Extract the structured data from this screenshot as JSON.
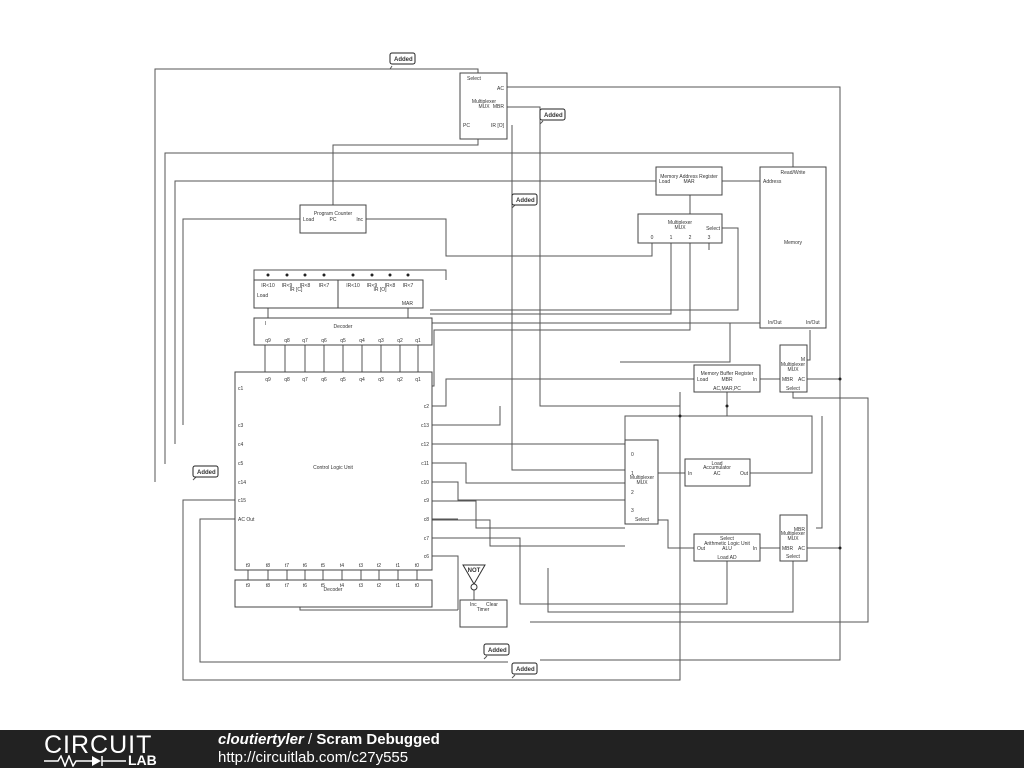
{
  "added_tags": [
    "Added",
    "Added",
    "Added",
    "Added",
    "Added",
    "Added"
  ],
  "mux_pc": {
    "select": "Select",
    "ac": "AC",
    "title": "Multiplexer",
    "subtitle": "MUX",
    "mbr": "MBR",
    "pc": "PC",
    "ir": "IR [O]"
  },
  "mar": {
    "title": "Memory Address Register",
    "load": "Load",
    "name": "MAR"
  },
  "memory": {
    "rw": "Read/Write",
    "address": "Address",
    "title": "Memory",
    "in_out_1": "In/Out",
    "in_out_2": "In/Out"
  },
  "mux_mar": {
    "title": "Multiplexer",
    "subtitle": "MUX",
    "select": "Select",
    "inputs": [
      "0",
      "1",
      "2",
      "3"
    ]
  },
  "pc": {
    "title": "Program Counter",
    "load": "Load",
    "name": "PC",
    "inc": "Inc"
  },
  "ir": {
    "bits_c": [
      "IR<10",
      "IR<9",
      "IR<8",
      "IR<7"
    ],
    "label_c": "IR [C]",
    "bits_o": [
      "IR<10",
      "IR<9",
      "IR<8",
      "IR<7"
    ],
    "label_o": "IR [O]",
    "load": "Load",
    "mar": "MAR"
  },
  "decoder_top": {
    "title": "Decoder",
    "in": "I",
    "outputs": [
      "q9",
      "q8",
      "q7",
      "q6",
      "q5",
      "q4",
      "q3",
      "q2",
      "q1"
    ]
  },
  "clu": {
    "title": "Control Logic Unit",
    "q_inputs": [
      "q9",
      "q8",
      "q7",
      "q6",
      "q5",
      "q4",
      "q3",
      "q2",
      "q1"
    ],
    "left_pins": [
      "c1",
      "c3",
      "c4",
      "c5",
      "c14",
      "c15",
      "AC Out"
    ],
    "right_pins": [
      "c2",
      "c13",
      "c12",
      "c11",
      "c10",
      "c9",
      "c8",
      "c7",
      "c6"
    ],
    "t_pins": [
      "t9",
      "t8",
      "t7",
      "t6",
      "t5",
      "t4",
      "t3",
      "t2",
      "t1",
      "t0"
    ]
  },
  "decoder_bottom": {
    "title": "Decoder",
    "outputs": [
      "t9",
      "t8",
      "t7",
      "t6",
      "t5",
      "t4",
      "t3",
      "t2",
      "t1",
      "t0"
    ]
  },
  "not_gate": {
    "label": "NOT"
  },
  "timer": {
    "inc": "Inc",
    "clear": "Clear",
    "title": "Timer"
  },
  "mbr": {
    "title": "Memory Buffer Register",
    "load": "Load",
    "name": "MBR",
    "in": "In",
    "bus": "AC,MAR,PC"
  },
  "mux_mbr": {
    "m": "M",
    "title": "Multiplexer",
    "subtitle": "MUX",
    "mbr": "MBR",
    "ac": "AC",
    "select": "Select"
  },
  "mux_ac": {
    "inputs": [
      "0",
      "1",
      "2",
      "3"
    ],
    "title": "Multiplexer",
    "subtitle": "MUX",
    "select": "Select"
  },
  "acc": {
    "load": "Load",
    "title": "Accumulator",
    "name": "AC",
    "in": "In",
    "out": "Out"
  },
  "alu": {
    "select": "Select",
    "title": "Arithmetic Logic Unit",
    "name": "ALU",
    "out": "Out",
    "in": "In",
    "load": "Load AD"
  },
  "mux_alu": {
    "mbr_top": "MBR",
    "title": "Multiplexer",
    "subtitle": "MUX",
    "mbr": "MBR",
    "ac": "AC",
    "select": "Select"
  },
  "footer": {
    "logo_circuit": "CIRCUIT",
    "logo_lab": "LAB",
    "author": "cloutiertyler",
    "separator": " / ",
    "title": "Scram Debugged",
    "url": "http://circuitlab.com/c27y555"
  }
}
